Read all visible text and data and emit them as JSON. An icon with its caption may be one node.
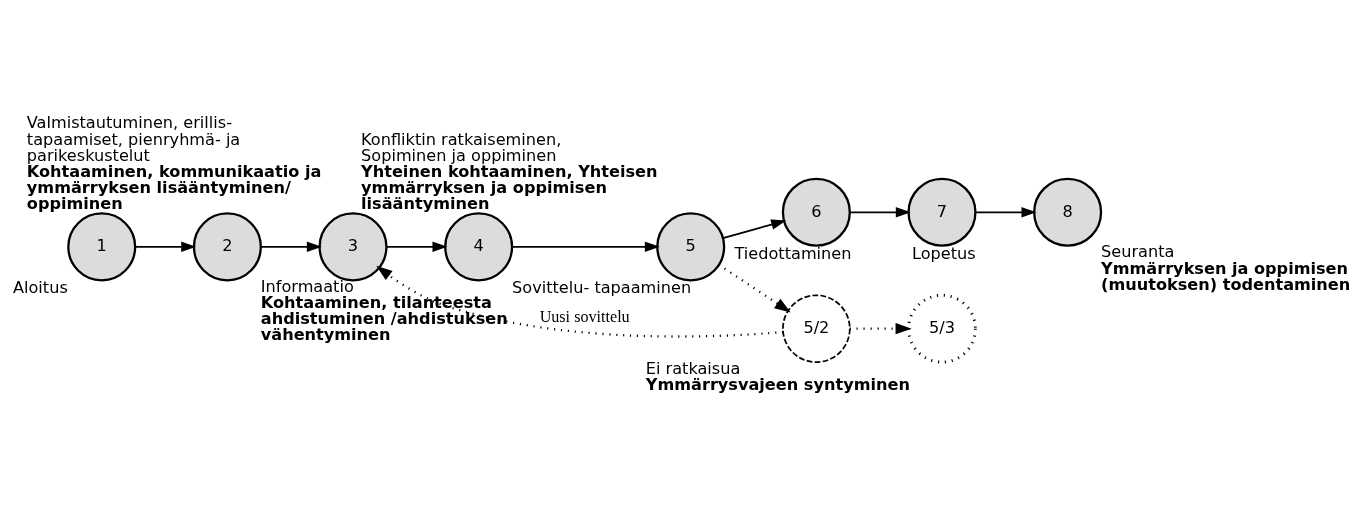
{
  "diagram": {
    "nodes": [
      {
        "text": [
          "1"
        ],
        "beside": [
          "Aloitus"
        ]
      },
      {
        "text": [
          "2"
        ],
        "beside": [
          "Informaatio",
          "Kohtaaminen, tilanteesta ahdistuminen /ahdistuksen vähentyminen"
        ]
      },
      {
        "text": [
          "3"
        ],
        "beside": [
          "Valmistautuminen, erillis- tapaamiset, pienryhmä- ja parikeskustelut",
          "Kohtaaminen, kommunikaatio ja ymmärryksen lisääntyminen/ oppiminen"
        ]
      },
      {
        "text": [
          "4"
        ],
        "beside": [
          "Sovittelu- tapaaminen"
        ]
      },
      {
        "text": [
          "5"
        ],
        "beside": [
          "Konfliktin ratkaiseminen, Sopiminen ja oppiminen",
          "Yhteinen kohtaaminen, Yhteisen ymmärryksen ja oppimisen lisääntyminen"
        ]
      },
      {
        "text": [
          "6"
        ],
        "beside": [
          "Tiedottaminen"
        ]
      },
      {
        "text": [
          "7"
        ],
        "beside": [
          "Lopetus"
        ]
      },
      {
        "text": [
          "8"
        ],
        "beside": [
          "Seuranta",
          "Ymmärryksen ja oppimisen (muutoksen) todentaminen"
        ]
      },
      {
        "text": [
          "5/2"
        ]
      },
      {
        "text": [
          "5/3"
        ],
        "beside": [
          "Ei ratkaisua",
          "Ymmärrysvajeen syntyminen"
        ]
      }
    ],
    "edges": [
      {
        "from": 0,
        "to": 1,
        "arrow": "to"
      },
      {
        "from": 1,
        "to": 2,
        "arrow": "to"
      },
      {
        "from": 2,
        "to": 3,
        "arrow": "to"
      },
      {
        "from": 3,
        "to": 4,
        "arrow": "to"
      },
      {
        "from": 4,
        "to": 5,
        "arrow": "to"
      },
      {
        "from": 5,
        "to": 6,
        "arrow": "to"
      },
      {
        "from": 6,
        "to": 7,
        "arrow": "to"
      },
      {
        "from": 4,
        "to": 8,
        "arrow": "to",
        "style": "dashed"
      },
      {
        "from": 8,
        "to": 9,
        "arrow": "to",
        "style": "dashed"
      },
      {
        "from": 8,
        "to": 2,
        "arrow": "to",
        "style": "dashed",
        "label": "Uusi sovittelu"
      }
    ]
  }
}
